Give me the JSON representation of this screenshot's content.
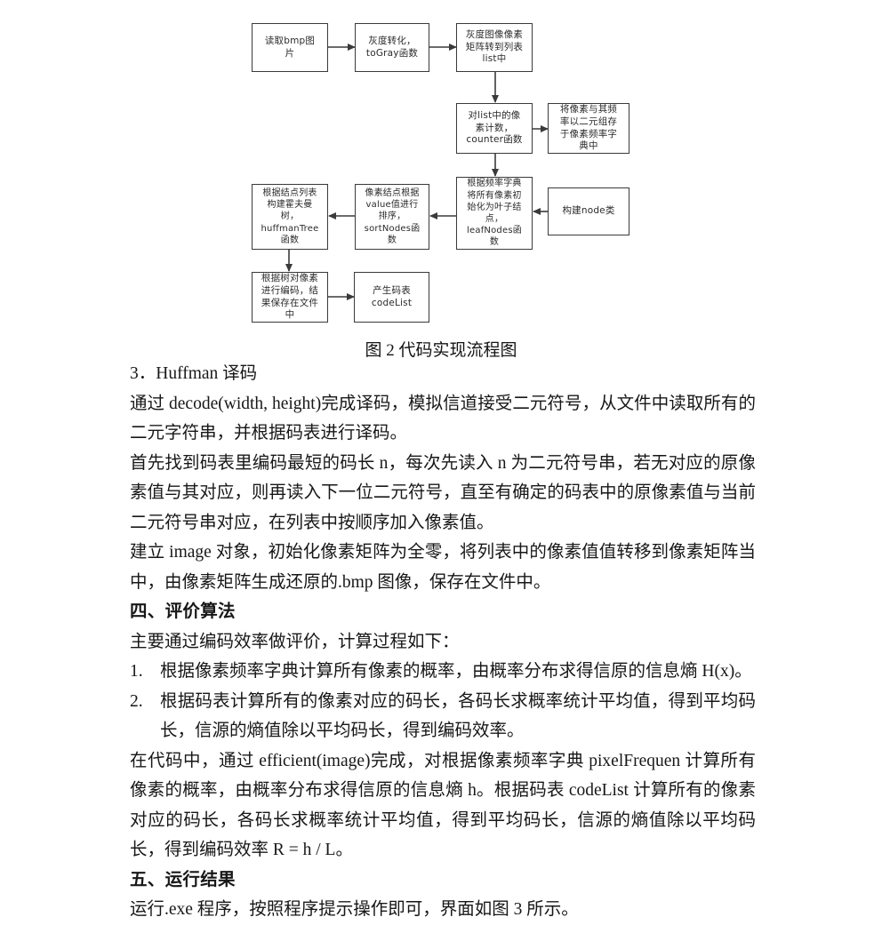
{
  "document": {
    "figure": {
      "caption": "图 2  代码实现流程图",
      "boxes": [
        {
          "id": "read-bmp",
          "text": "读取bmp图\n片"
        },
        {
          "id": "to-gray",
          "text": "灰度转化，\ntoGray函数"
        },
        {
          "id": "matrix-to-list",
          "text": "灰度图像像素\n矩阵转到列表\nlist中"
        },
        {
          "id": "counter",
          "text": "对list中的像\n素计数，\ncounter函数"
        },
        {
          "id": "pixel-freq-dict",
          "text": "将像素与其频\n率以二元组存\n于像素频率字\n典中"
        },
        {
          "id": "leaf-nodes",
          "text": "根据频率字典\n将所有像素初\n始化为叶子结\n点，\nleafNodes函\n数"
        },
        {
          "id": "build-node",
          "text": "构建node类"
        },
        {
          "id": "sort-nodes",
          "text": "像素结点根据\nvalue值进行\n排序，\nsortNodes函\n数"
        },
        {
          "id": "huffman-tree",
          "text": "根据结点列表\n构建霍夫曼\n树，\nhuffmanTree\n函数"
        },
        {
          "id": "encode-save",
          "text": "根据树对像素\n进行编码，结\n果保存在文件\n中"
        },
        {
          "id": "code-list",
          "text": "产生码表\ncodeList"
        }
      ]
    },
    "sections": {
      "huffman_decode_heading": "3．Huffman 译码",
      "huffman_decode_p1": "通过 decode(width, height)完成译码，模拟信道接受二元符号，从文件中读取所有的二元字符串，并根据码表进行译码。",
      "huffman_decode_p2": "首先找到码表里编码最短的码长 n，每次先读入 n 为二元符号串，若无对应的原像素值与其对应，则再读入下一位二元符号，直至有确定的码表中的原像素值与当前二元符号串对应，在列表中按顺序加入像素值。",
      "huffman_decode_p3": "建立 image 对象，初始化像素矩阵为全零，将列表中的像素值值转移到像素矩阵当中，由像素矩阵生成还原的.bmp 图像，保存在文件中。",
      "evaluation_heading": "四、评价算法",
      "evaluation_intro": "主要通过编码效率做评价，计算过程如下：",
      "evaluation_steps": [
        {
          "marker": "1.",
          "text": "根据像素频率字典计算所有像素的概率，由概率分布求得信原的信息熵 H(x)。"
        },
        {
          "marker": "2.",
          "text": "根据码表计算所有的像素对应的码长，各码长求概率统计平均值，得到平均码长，信源的熵值除以平均码长，得到编码效率。"
        }
      ],
      "evaluation_detail": "在代码中，通过 efficient(image)完成，对根据像素频率字典 pixelFrequen 计算所有像素的概率，由概率分布求得信原的信息熵 h。根据码表 codeList 计算所有的像素对应的码长，各码长求概率统计平均值，得到平均码长，信源的熵值除以平均码长，得到编码效率 R = h / L。",
      "results_heading": "五、运行结果",
      "results_text": "运行.exe 程序，按照程序提示操作即可，界面如图 3 所示。"
    }
  },
  "style": {
    "page_background": "#ffffff",
    "text_color": "#171717",
    "box_border_color": "#3a3a3a",
    "arrow_color": "#3a3a3a"
  }
}
